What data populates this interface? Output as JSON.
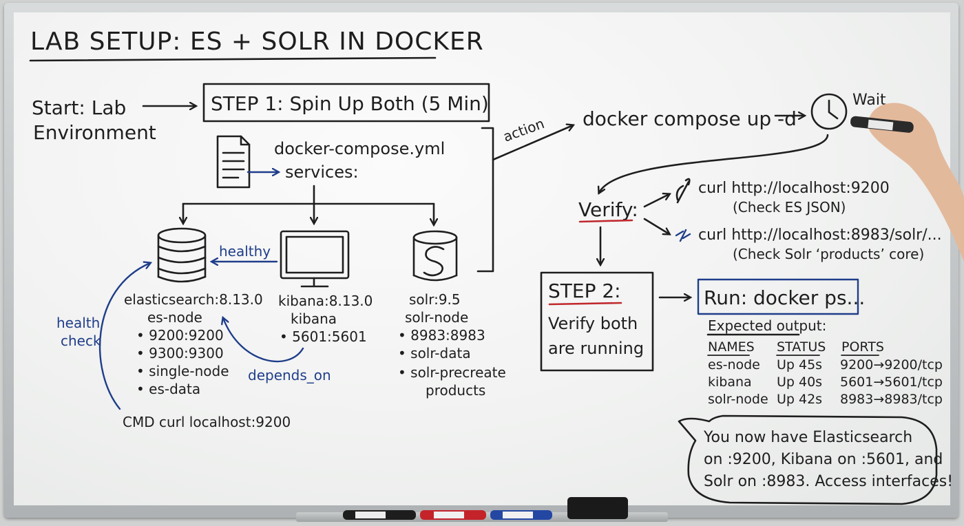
{
  "title": "LAB SETUP: ES + SOLR IN DOCKER",
  "start": {
    "line1": "Start: Lab",
    "line2": "Environment"
  },
  "step1": "STEP 1: Spin Up Both (5 Min)",
  "compose": {
    "file": "docker-compose.yml",
    "services": "services:"
  },
  "services": {
    "elasticsearch": {
      "name": "elasticsearch:8.13.0",
      "container": "es-node",
      "items": [
        "• 9200:9200",
        "• 9300:9300",
        "• single-node",
        "• es-data"
      ],
      "healthcmd": "CMD curl localhost:9200"
    },
    "kibana": {
      "name": "kibana:8.13.0",
      "container": "kibana",
      "items": [
        "• 5601:5601"
      ]
    },
    "solr": {
      "name": "solr:9.5",
      "container": "solr-node",
      "items": [
        "• 8983:8983",
        "• solr-data",
        "• solr-precreate",
        "products"
      ]
    }
  },
  "labels": {
    "healthy": "healthy",
    "health_line1": "health",
    "health_line2": "check",
    "depends_on": "depends_on",
    "action": "action"
  },
  "command": "docker compose up -d",
  "wait": "Wait",
  "verify": {
    "label": "Verify:",
    "es_curl": "curl http://localhost:9200",
    "es_note": "(Check ES JSON)",
    "solr_curl": "curl http://localhost:8983/solr/...",
    "solr_note": "(Check Solr ‘products’ core)"
  },
  "step2": {
    "title": "STEP 2:",
    "line1": "Verify both",
    "line2": "are running"
  },
  "run": "Run: docker ps...",
  "expected": {
    "label": "Expected output:",
    "headers": [
      "NAMES",
      "STATUS",
      "PORTS"
    ],
    "rows": [
      [
        "es-node",
        "Up 45s",
        "9200→9200/tcp"
      ],
      [
        "kibana",
        "Up 40s",
        "5601→5601/tcp"
      ],
      [
        "solr-node",
        "Up 42s",
        "8983→8983/tcp"
      ]
    ]
  },
  "summary": {
    "line1": "You now have Elasticsearch",
    "line2": "on :9200, Kibana on :5601, and",
    "line3": "Solr on :8983. Access interfaces!"
  },
  "colors": {
    "ink": "#1e1e1e",
    "blue_marker": "#1f3d8a",
    "red_marker": "#c0282d"
  }
}
